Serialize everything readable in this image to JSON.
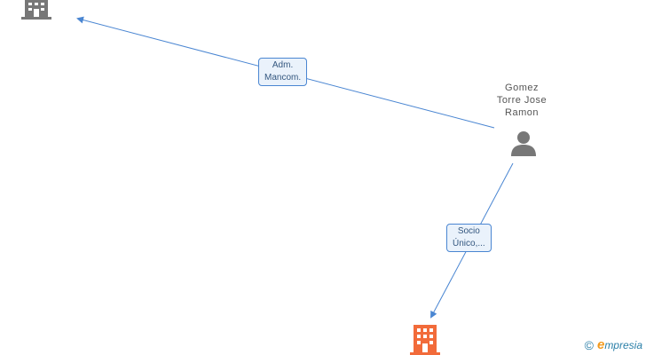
{
  "colors": {
    "edge": "#4a86d2",
    "company_gray": "#777777",
    "company_highlight": "#f26b3a",
    "person": "#777777"
  },
  "nodes": {
    "person": {
      "name_lines": [
        "Gomez",
        "Torre Jose",
        "Ramon"
      ],
      "icon": "person-icon"
    },
    "company_top": {
      "icon": "building-icon"
    },
    "company_bottom": {
      "icon": "building-icon"
    }
  },
  "edges": [
    {
      "label_lines": [
        "Adm.",
        "Mancom."
      ]
    },
    {
      "label_lines": [
        "Socio",
        "Único,..."
      ]
    }
  ],
  "footer": {
    "copyright_symbol": "©",
    "brand_initial": "e",
    "brand_rest": "mpresia"
  }
}
